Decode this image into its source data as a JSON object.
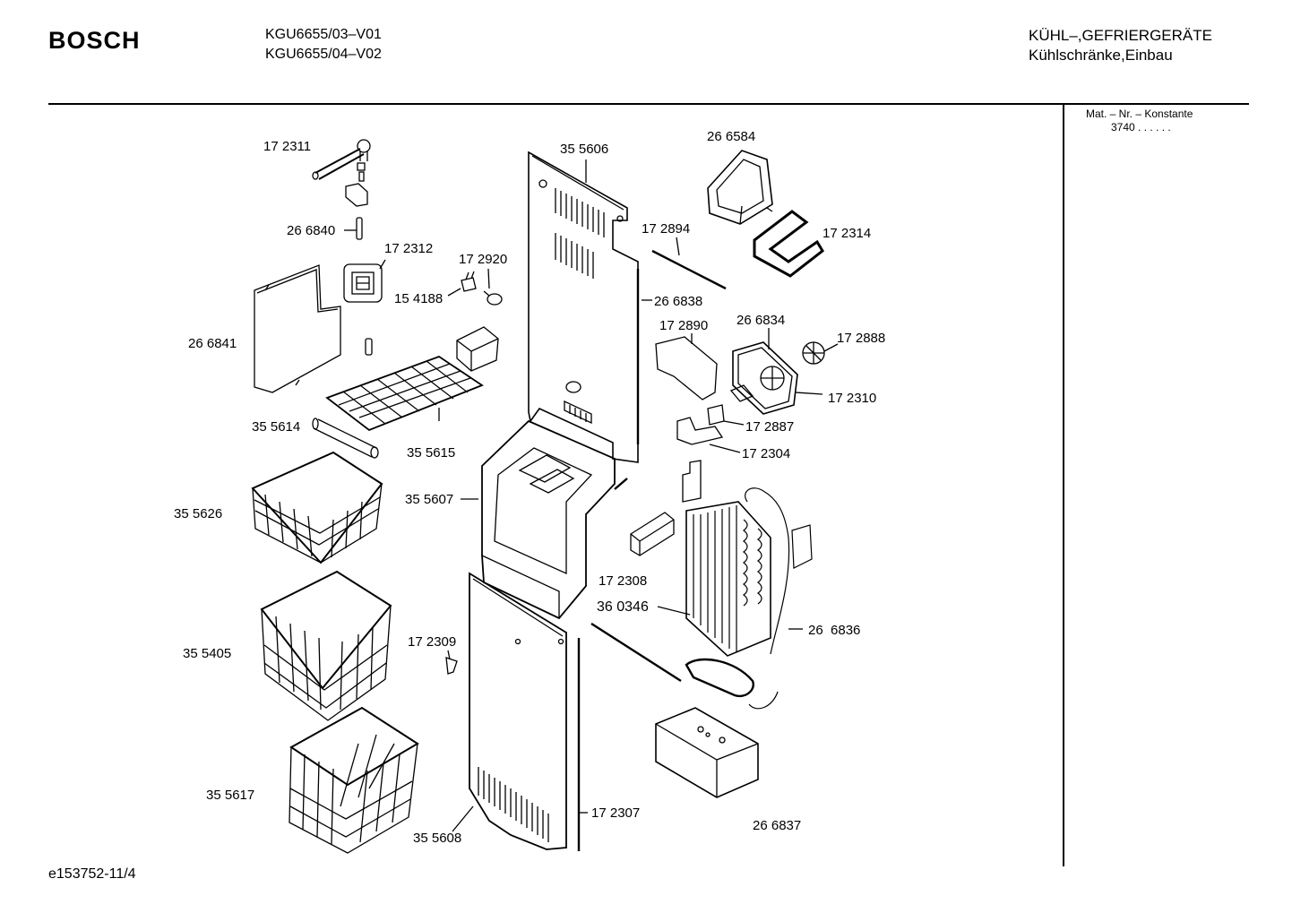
{
  "header": {
    "brand": "BOSCH",
    "models": [
      "KGU6655/03–V01",
      "KGU6655/04–V02"
    ],
    "category_line1": "KÜHL–,GEFRIERGERÄTE",
    "category_line2": "Kühlschränke,Einbau"
  },
  "sidebar": {
    "mat_label": "Mat. – Nr. – Konstante",
    "mat_value": "3740  .  .  .  .  .  ."
  },
  "footer": {
    "drawing_id": "e153752-11/4"
  },
  "parts": [
    "17 2311",
    "26 6840",
    "17 2312",
    "15 4188",
    "17 2920",
    "26 6841",
    "35 5614",
    "35 5615",
    "35 5626",
    "35 5405",
    "35 5617",
    "17 2309",
    "35 5606",
    "26 6838",
    "35 5607",
    "35 5608",
    "17 2307",
    "26 6584",
    "17 2894",
    "17 2314",
    "17 2890",
    "26 6834",
    "17 2888",
    "17 2310",
    "17 2887",
    "17 2304",
    "17 2308",
    "36 0346",
    "26  6836",
    "26 6837"
  ]
}
